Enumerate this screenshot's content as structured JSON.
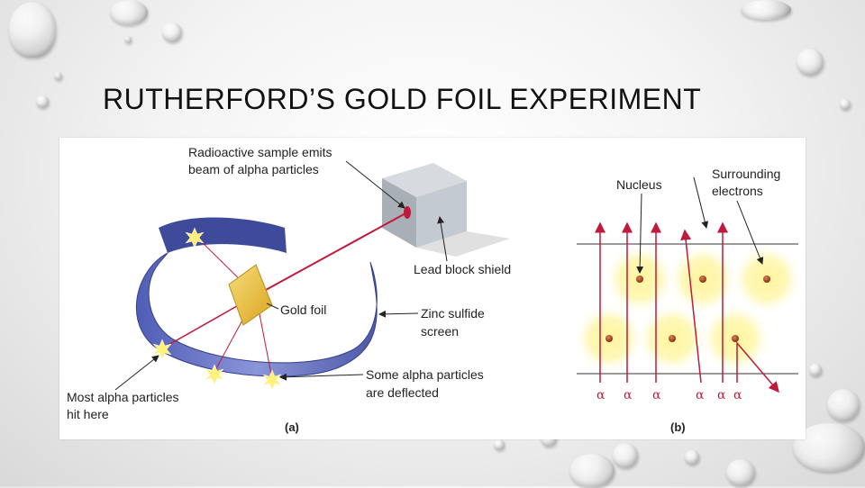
{
  "slide": {
    "title": "RUTHERFORD’S GOLD FOIL EXPERIMENT"
  },
  "figure_a": {
    "label_radioactive": [
      "Radioactive sample emits",
      "beam of alpha particles"
    ],
    "label_lead": "Lead block shield",
    "label_gold": "Gold foil",
    "label_zinc": [
      "Zinc sulfide",
      "screen"
    ],
    "label_deflected": [
      "Some alpha particles",
      "are deflected"
    ],
    "label_most": [
      "Most alpha particles",
      "hit here"
    ],
    "caption": "(a)"
  },
  "figure_b": {
    "label_nucleus": "Nucleus",
    "label_electrons": [
      "Surrounding",
      "electrons"
    ],
    "alpha_symbol": "α",
    "caption": "(b)"
  },
  "colors": {
    "beam": "#c0193c",
    "screen": "#6d79c8",
    "foil": "#f2c94c",
    "cloud": "#fff176",
    "nucleus": "#b5532c"
  }
}
